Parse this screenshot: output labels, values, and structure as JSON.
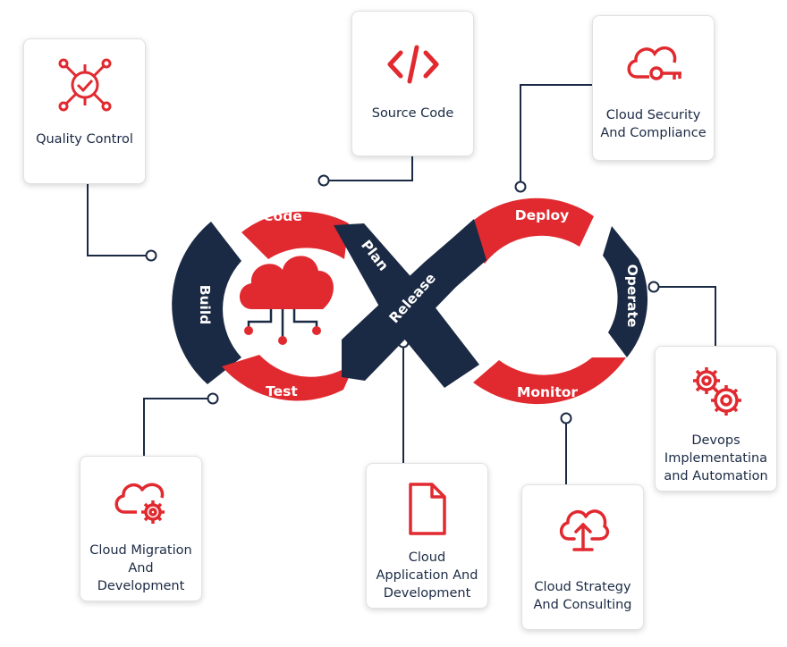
{
  "colors": {
    "red": "#e12a30",
    "navy": "#1b2a44",
    "line": "#1b2a44"
  },
  "loop": {
    "code": "Code",
    "plan": "Plan",
    "deploy": "Deploy",
    "build": "Build",
    "release": "Release",
    "operate": "Operate",
    "test": "Test",
    "monitor": "Monitor"
  },
  "cards": {
    "quality_control": {
      "label": "Quality Control",
      "icon": "target-network-icon"
    },
    "source_code": {
      "label": "Source Code",
      "icon": "code-tag-icon"
    },
    "cloud_security": {
      "label": "Cloud Security\nAnd Compliance",
      "icon": "cloud-key-icon"
    },
    "devops": {
      "label": "Devops\nImplementatina\nand Automation",
      "icon": "gears-icon"
    },
    "cloud_strategy": {
      "label": "Cloud Strategy\nAnd Consulting",
      "icon": "cloud-upload-icon"
    },
    "cloud_application": {
      "label": "Cloud\nApplication And\nDevelopment",
      "icon": "document-icon"
    },
    "cloud_migration": {
      "label": "Cloud Migration\nAnd\nDevelopment",
      "icon": "cloud-gear-icon"
    }
  },
  "center_icon": "cloud-network-icon"
}
